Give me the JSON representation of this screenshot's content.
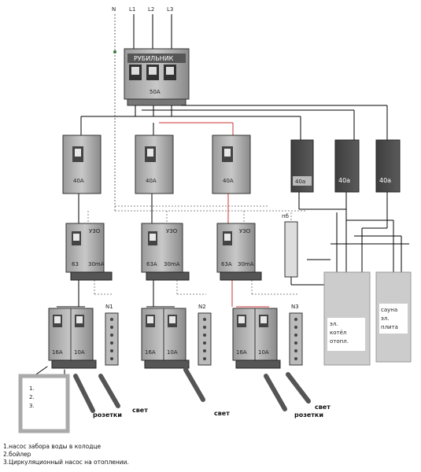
{
  "main_switch": {
    "name": "РУБИЛЬНИК",
    "rating": "50A"
  },
  "lines": {
    "n": "N",
    "l1": "L1",
    "l2": "L2",
    "l3": "L3"
  },
  "breakers_40": [
    "40A",
    "40A",
    "40A"
  ],
  "dark_breakers": [
    "40a",
    "40a",
    "40a"
  ],
  "rcd": {
    "label": "УЗО",
    "ratings": [
      "63",
      "63A",
      "63A"
    ],
    "leak": "30mA"
  },
  "branch": {
    "left": "16A",
    "right": "10A"
  },
  "n_bars": [
    "N1",
    "N2",
    "N3"
  ],
  "nb_label": "пб",
  "boiler_box": [
    "эл.",
    "котёл",
    "отопл."
  ],
  "sauna_box": [
    "сауна",
    "эл.",
    "плита"
  ],
  "outlets": {
    "sockets": "розетки",
    "light": "свет"
  },
  "small_panel": [
    "1.",
    "2.",
    "3."
  ],
  "legend": [
    "1.насос забора воды в колодце",
    "2.бойлер",
    "3.Циркуляционный насос на отоплении."
  ]
}
